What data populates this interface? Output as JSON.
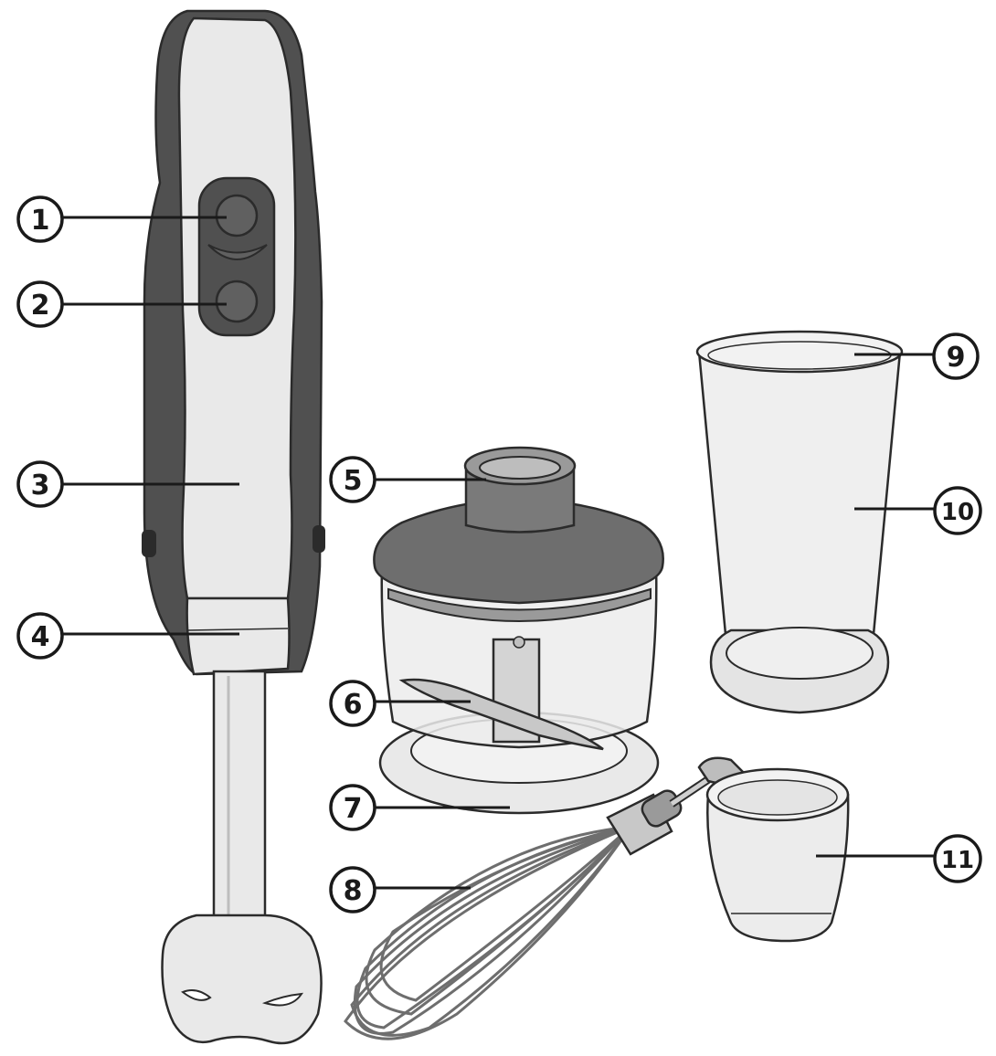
{
  "colors": {
    "dark_body": "#505050",
    "light_body": "#e9e9e9",
    "mid_grey": "#c8c8c8",
    "lid_grey": "#6e6e6e",
    "outline": "#2b2b2b",
    "transparent_fill": "#efefef"
  },
  "callouts": [
    {
      "id": "1",
      "label": "1"
    },
    {
      "id": "2",
      "label": "2"
    },
    {
      "id": "3",
      "label": "3"
    },
    {
      "id": "4",
      "label": "4"
    },
    {
      "id": "5",
      "label": "5"
    },
    {
      "id": "6",
      "label": "6"
    },
    {
      "id": "7",
      "label": "7"
    },
    {
      "id": "8",
      "label": "8"
    },
    {
      "id": "9",
      "label": "9"
    },
    {
      "id": "10",
      "label": "10"
    },
    {
      "id": "11",
      "label": "11"
    }
  ]
}
